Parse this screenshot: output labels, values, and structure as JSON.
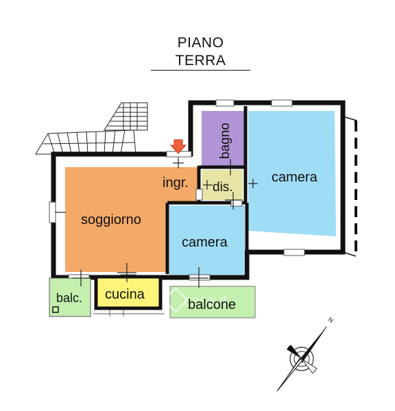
{
  "title": "PIANO TERRA",
  "rooms": {
    "soggiorno": "soggiorno",
    "ingresso": "ingr.",
    "disimpegno": "dis.",
    "bagno": "bagno",
    "camera_big": "camera",
    "camera_small": "camera",
    "cucina": "cucina",
    "balcone_small": "balc.",
    "balcone": "balcone"
  },
  "watermark": "casa.it",
  "compass_label": "N",
  "colors": {
    "soggiorno": "#F3A968",
    "cucina": "#FDF57A",
    "bagno": "#B295D6",
    "disimpegno": "#E6E5A6",
    "camera": "#9FDDF6",
    "balcone": "#C4EFAE",
    "entrance_arrow": "#F0603A"
  },
  "icons": [
    "entrance-arrow-icon",
    "compass-icon",
    "staircase-icon"
  ]
}
